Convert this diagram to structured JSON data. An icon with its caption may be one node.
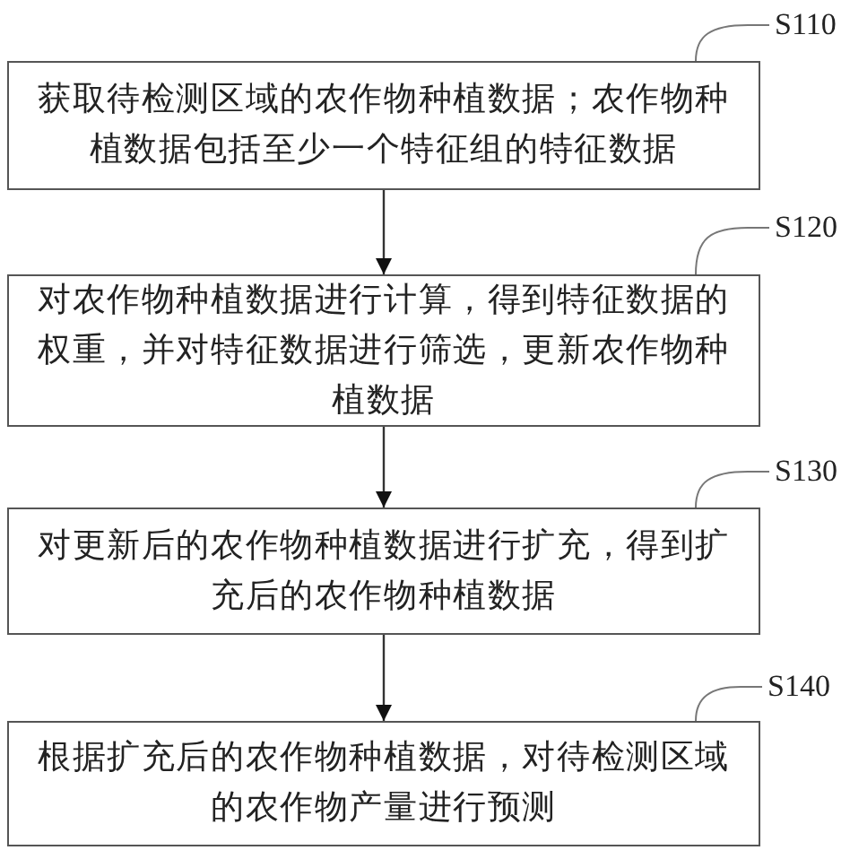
{
  "diagram": {
    "nodes": [
      {
        "text": [
          "S110"
        ]
      },
      {
        "text": [
          "获取待检测区域的农作物种植数据；农作物种植数据包括至少一个特征组的特征数据"
        ]
      },
      {
        "text": [
          "S120"
        ]
      },
      {
        "text": [
          "对农作物种植数据进行计算，得到特征数据的权重，并对特征数据进行筛选，更新农作物种植数据"
        ]
      },
      {
        "text": [
          "S130"
        ]
      },
      {
        "text": [
          "对更新后的农作物种植数据进行扩充，得到扩充后的农作物种植数据"
        ]
      },
      {
        "text": [
          "S140"
        ]
      },
      {
        "text": [
          "根据扩充后的农作物种植数据，对待检测区域的农作物产量进行预测"
        ]
      }
    ],
    "edges": [
      {
        "from": 0,
        "to": 1,
        "arrow": "none"
      },
      {
        "from": 1,
        "to": 3,
        "arrow": "to"
      },
      {
        "from": 2,
        "to": 3,
        "arrow": "none"
      },
      {
        "from": 3,
        "to": 5,
        "arrow": "to"
      },
      {
        "from": 4,
        "to": 5,
        "arrow": "none"
      },
      {
        "from": 5,
        "to": 7,
        "arrow": "to"
      },
      {
        "from": 6,
        "to": 7,
        "arrow": "none"
      }
    ]
  }
}
